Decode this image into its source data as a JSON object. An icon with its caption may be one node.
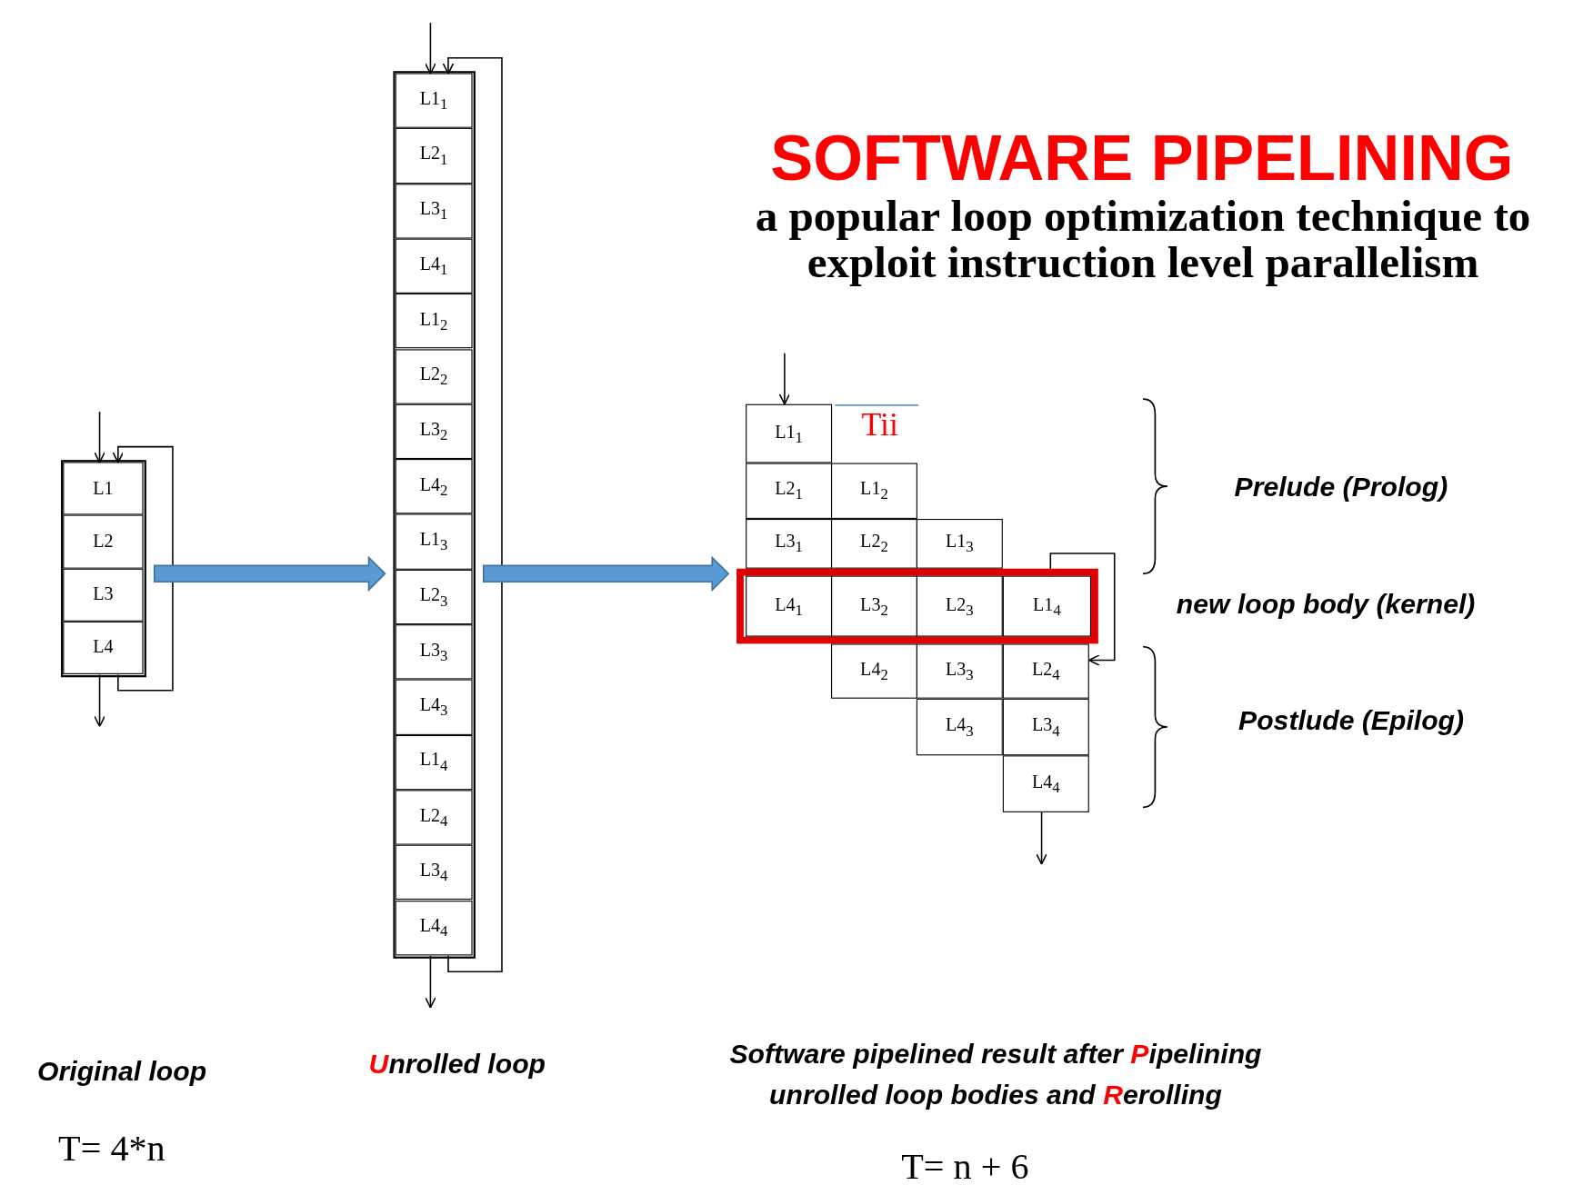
{
  "diagram": {
    "title": "SOFTWARE PIPELINING",
    "nodes": [
      {
        "text": [],
        "shape": "box"
      },
      {
        "text": [
          "L1"
        ],
        "in": 0
      },
      {
        "text": [
          "L2"
        ],
        "in": 0
      },
      {
        "text": [
          "L3"
        ],
        "in": 0
      },
      {
        "text": [
          "L4"
        ],
        "in": 0
      },
      {
        "text": [],
        "shape": "box"
      },
      {
        "text": [
          "L1$_{1}$"
        ],
        "in": 5
      },
      {
        "text": [
          "L2$_{1}$"
        ],
        "in": 5
      },
      {
        "text": [
          "L3$_{1}$"
        ],
        "in": 5
      },
      {
        "text": [
          "L4$_{1}$"
        ],
        "in": 5
      },
      {
        "text": [
          "L1$_{2}$"
        ],
        "in": 5
      },
      {
        "text": [
          "L2$_{2}$"
        ],
        "in": 5
      },
      {
        "text": [
          "L3$_{2}$"
        ],
        "in": 5
      },
      {
        "text": [
          "L4$_{2}$"
        ],
        "in": 5
      },
      {
        "text": [
          "L1$_{3}$"
        ],
        "in": 5
      },
      {
        "text": [
          "L2$_{3}$"
        ],
        "in": 5
      },
      {
        "text": [
          "L3$_{3}$"
        ],
        "in": 5
      },
      {
        "text": [
          "L4$_{3}$"
        ],
        "in": 5
      },
      {
        "text": [
          "L1$_{4}$"
        ],
        "in": 5
      },
      {
        "text": [
          "L2$_{4}$"
        ],
        "in": 5
      },
      {
        "text": [
          "L3$_{4}$"
        ],
        "in": 5
      },
      {
        "text": [
          "L4$_{4}$"
        ],
        "in": 5
      },
      {
        "text": [],
        "shape": "box"
      },
      {
        "text": [
          "L1$_{1}$"
        ]
      },
      {
        "text": [
          "L2$_{1}$"
        ]
      },
      {
        "text": [
          "L1$_{2}$"
        ]
      },
      {
        "text": [
          "L3$_{1}$"
        ]
      },
      {
        "text": [
          "L2$_{2}$"
        ]
      },
      {
        "text": [
          "L1$_{3}$"
        ]
      },
      {
        "text": [
          "L4$_{1}$"
        ],
        "in": 22
      },
      {
        "text": [
          "L3$_{2}$"
        ],
        "in": 22
      },
      {
        "text": [
          "L2$_{3}$"
        ],
        "in": 22
      },
      {
        "text": [
          "L1$_{4}$"
        ],
        "in": 22
      },
      {
        "text": [
          "L4$_{2}$"
        ]
      },
      {
        "text": [
          "L3$_{3}$"
        ]
      },
      {
        "text": [
          "L2$_{4}$"
        ]
      },
      {
        "text": [
          "L4$_{3}$"
        ]
      },
      {
        "text": [
          "L3$_{4}$"
        ]
      },
      {
        "text": [
          "L4$_{4}$"
        ]
      }
    ],
    "edges": [
      {
        "from": null,
        "to": 1,
        "arrow": "to"
      },
      {
        "from": 4,
        "to": null,
        "arrow": "to"
      },
      {
        "from": 4,
        "to": 1,
        "arrow": "to"
      },
      {
        "from": null,
        "to": 6,
        "arrow": "to"
      },
      {
        "from": 21,
        "to": null,
        "arrow": "to"
      },
      {
        "from": 21,
        "to": 6,
        "arrow": "to"
      },
      {
        "from": 0,
        "to": 5,
        "arrow": "to",
        "style": "thick",
        "color": "#5b9bd5"
      },
      {
        "from": 5,
        "to": 22,
        "arrow": "to",
        "style": "thick",
        "color": "#5b9bd5"
      },
      {
        "from": null,
        "to": 23,
        "arrow": "to"
      },
      {
        "from": 38,
        "to": null,
        "arrow": "to"
      },
      {
        "from": 32,
        "to": 35,
        "arrow": "to"
      }
    ],
    "labels": [
      "a popular loop optimization technique to exploit instruction level parallelism",
      "Tii",
      "Prelude (Prolog)",
      "new loop body (kernel)",
      "Postlude (Epilog)",
      "Original loop",
      "**U**nrolled loop",
      "T= 4*n",
      "Software pipelined result after **P**ipelining unrolled loop bodies and **R**erolling",
      "T=  n + 6"
    ]
  }
}
